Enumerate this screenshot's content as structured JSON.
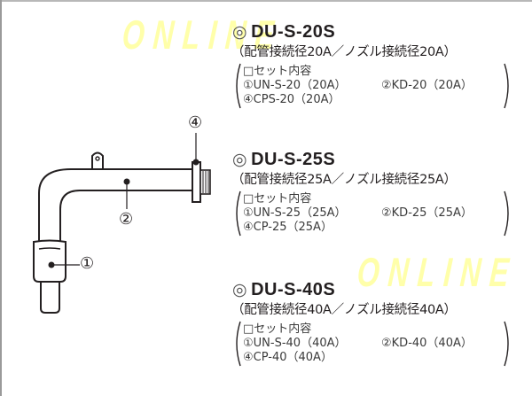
{
  "watermark": {
    "text": "ONLINE",
    "color": "#ffff66"
  },
  "diagram": {
    "labels": [
      {
        "id": "1",
        "glyph": "①",
        "part": "UN-S (union)"
      },
      {
        "id": "2",
        "glyph": "②",
        "part": "KD (bend pipe)"
      },
      {
        "id": "4",
        "glyph": "④",
        "part": "CP / CPS (cap)"
      }
    ]
  },
  "products": [
    {
      "bullet": "◎",
      "model": "DU-S-20S",
      "spec": "（配管接続径20A／ノズル接続径20A）",
      "set_title": "□セット内容",
      "items": [
        "①UN-S-20（20A）",
        "②KD-20（20A）",
        "④CPS-20（20A）"
      ]
    },
    {
      "bullet": "◎",
      "model": "DU-S-25S",
      "spec": "（配管接続径25A／ノズル接続径25A）",
      "set_title": "□セット内容",
      "items": [
        "①UN-S-25（25A）",
        "②KD-25（25A）",
        "④CP-25（25A）"
      ]
    },
    {
      "bullet": "◎",
      "model": "DU-S-40S",
      "spec": "（配管接続径40A／ノズル接続径40A）",
      "set_title": "□セット内容",
      "items": [
        "①UN-S-40（40A）",
        "②KD-40（40A）",
        "④CP-40（40A）"
      ]
    }
  ]
}
